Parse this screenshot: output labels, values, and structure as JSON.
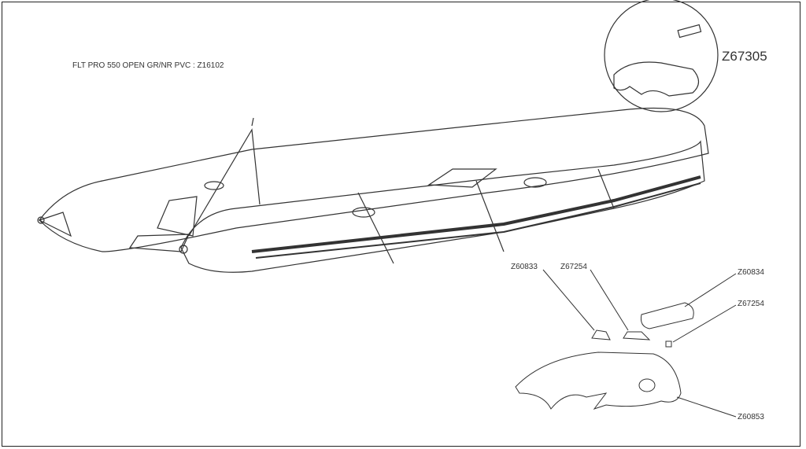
{
  "title": "FLT PRO 550 OPEN GR/NR PVC : Z16102",
  "detail_ref": "Z67305",
  "callouts": [
    "Z60833",
    "Z67254",
    "Z60834",
    "Z67254",
    "Z60853"
  ]
}
